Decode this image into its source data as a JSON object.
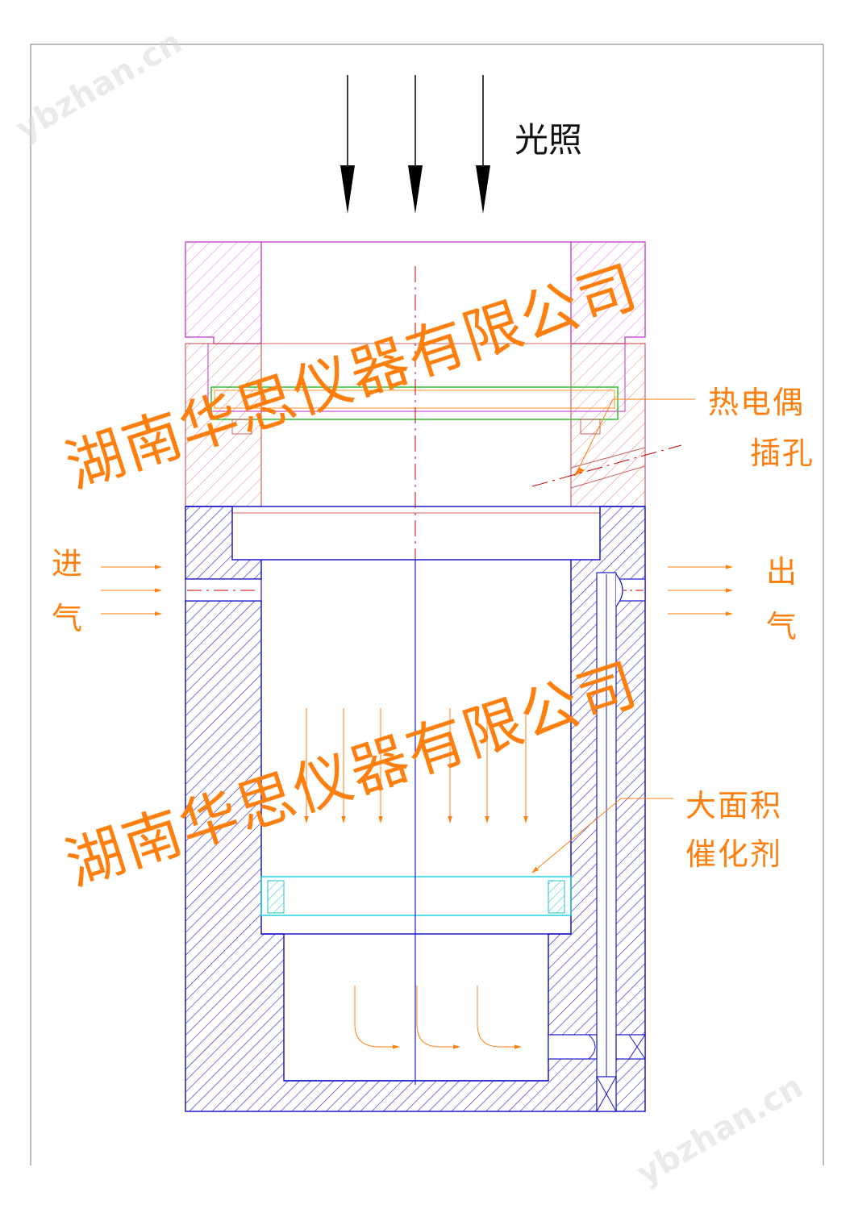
{
  "labels": {
    "light": "光照",
    "thermocouple_line1": "热电偶",
    "thermocouple_line2": "插孔",
    "inlet_line1": "进",
    "inlet_line2": "气",
    "outlet_line1": "出",
    "outlet_line2": "气",
    "catalyst_line1": "大面积",
    "catalyst_line2": "催化剂"
  },
  "watermarks": {
    "company": "湖南华思仪器有限公司",
    "site": "ybzhan.cn"
  },
  "colors": {
    "cap": "#e060e0",
    "mid_body": "#e08080",
    "base_body": "#1a1acc",
    "window": "#30c030",
    "catalyst_ring": "#20d0e0",
    "arrows": "#ff7f0e",
    "centerline": "#cc0000",
    "text_orange": "#ff7f0e"
  }
}
